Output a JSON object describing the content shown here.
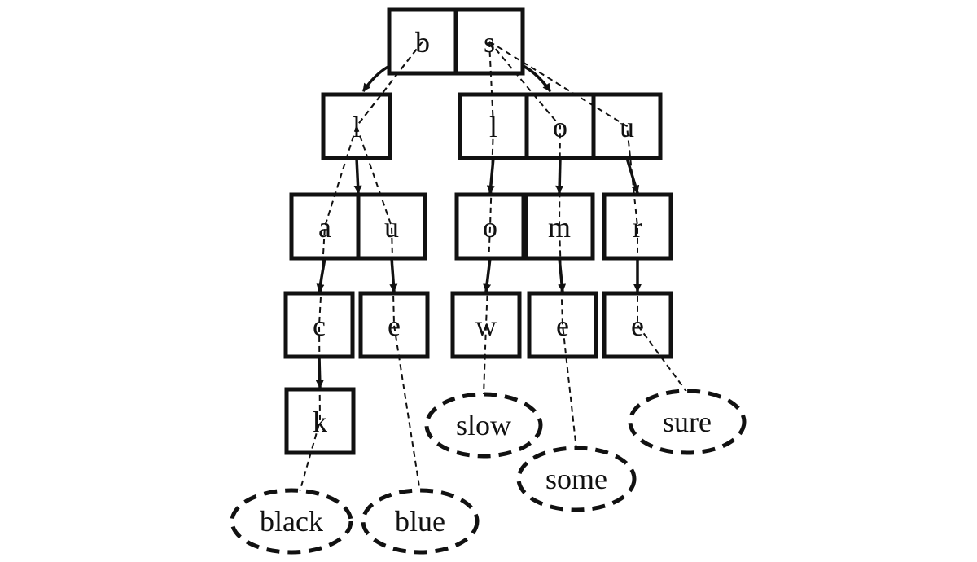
{
  "diagram": {
    "type": "trie",
    "nodes": [
      {
        "id": "root",
        "cells": [
          "b",
          "s"
        ]
      },
      {
        "id": "b",
        "cells": [
          "l"
        ]
      },
      {
        "id": "s",
        "cells": [
          "l",
          "o",
          "u"
        ]
      },
      {
        "id": "bl",
        "cells": [
          "a",
          "u"
        ]
      },
      {
        "id": "sl",
        "cells": [
          "o"
        ]
      },
      {
        "id": "so",
        "cells": [
          "m"
        ]
      },
      {
        "id": "su",
        "cells": [
          "r"
        ]
      },
      {
        "id": "bla",
        "cells": [
          "c"
        ]
      },
      {
        "id": "blu",
        "cells": [
          "e"
        ]
      },
      {
        "id": "slo",
        "cells": [
          "w"
        ]
      },
      {
        "id": "som",
        "cells": [
          "e"
        ]
      },
      {
        "id": "sur",
        "cells": [
          "e"
        ]
      },
      {
        "id": "blac",
        "cells": [
          "k"
        ]
      }
    ],
    "edges": [
      {
        "from": "root.0",
        "to": "b"
      },
      {
        "from": "root.1",
        "to": "s"
      },
      {
        "from": "b.0",
        "to": "bl"
      },
      {
        "from": "s.0",
        "to": "sl"
      },
      {
        "from": "s.1",
        "to": "so"
      },
      {
        "from": "s.2",
        "to": "su"
      },
      {
        "from": "bl.0",
        "to": "bla"
      },
      {
        "from": "bl.1",
        "to": "blu"
      },
      {
        "from": "sl.0",
        "to": "slo"
      },
      {
        "from": "so.0",
        "to": "som"
      },
      {
        "from": "su.0",
        "to": "sur"
      },
      {
        "from": "bla.0",
        "to": "blac"
      }
    ],
    "words": [
      "black",
      "blue",
      "slow",
      "some",
      "sure"
    ]
  }
}
